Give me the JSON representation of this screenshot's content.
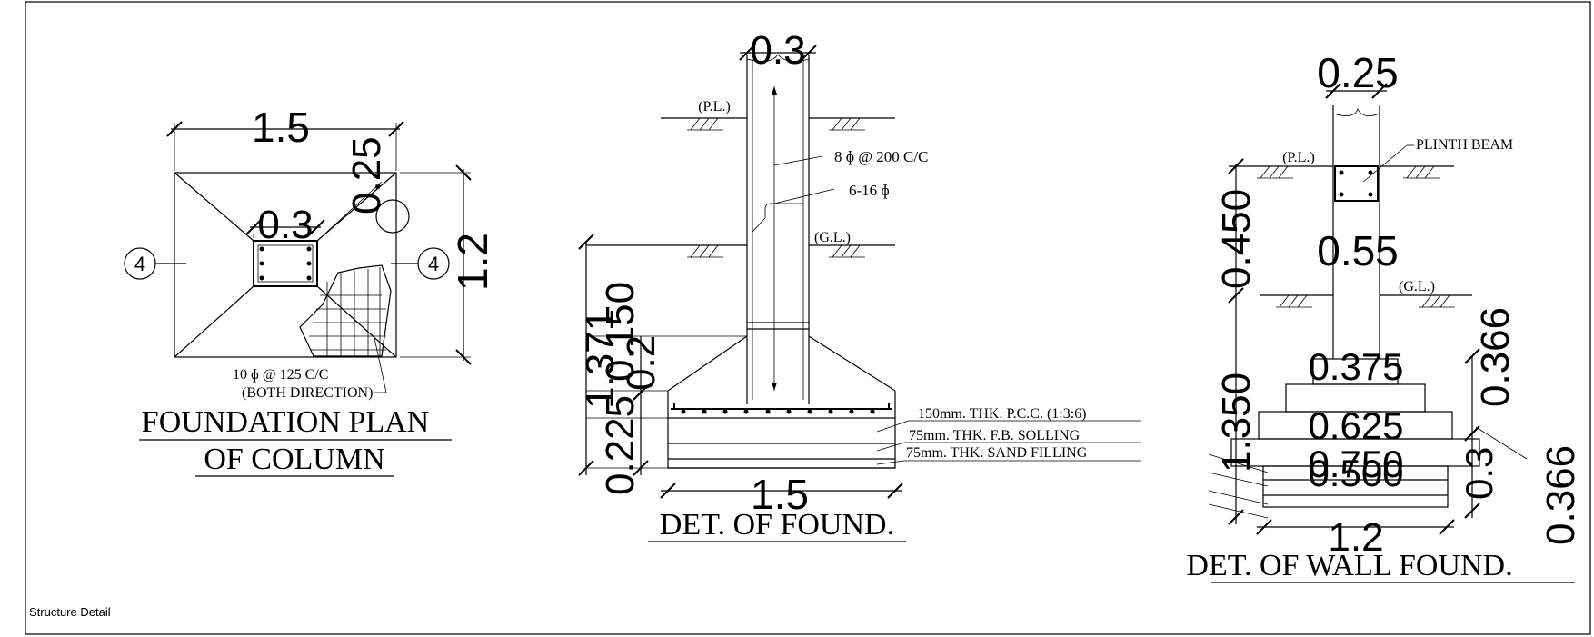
{
  "footer": {
    "label": "Structure Detail"
  },
  "plan": {
    "dim_width": "1.5",
    "dim_length": "1.2",
    "dim_column": "0.3",
    "dim_offset": "0.25",
    "section_mark": "4",
    "rebar_note": "10 ɸ  @ 125 C/C",
    "rebar_note2": "(BOTH DIRECTION)",
    "title_line1": "FOUNDATION PLAN",
    "title_line2": "OF COLUMN"
  },
  "found": {
    "dim_column": "0.3",
    "label_pl": "(P.L.)",
    "label_gl": "(G.L.)",
    "ring_note": "8  ɸ  @ 200 C/C",
    "bar_note": "6-16  ɸ",
    "dim_1371": "1.371",
    "dim_150": "0.150",
    "dim_02": "0.2",
    "dim_0225": "0.225",
    "dim_base": "1.5",
    "layer_pcc": "150mm. THK. P.C.C. (1:3:6)",
    "layer_fb": "75mm. THK. F.B. SOLLING",
    "layer_sand": "75mm. THK. SAND FILLING",
    "title": "DET. OF FOUND."
  },
  "wall": {
    "dim_top": "0.25",
    "label_pl": "(P.L.)",
    "label_gl": "(G.L.)",
    "plinth": "PLINTH BEAM",
    "dim_0450": "0.450",
    "dim_055": "0.55",
    "dim_1350": "1.350",
    "dim_0375": "0.375",
    "dim_0625": "0.625",
    "dim_0750": "0.750",
    "dim_0500": "0.500",
    "dim_0366a": "0.366",
    "dim_0366b": "0.366",
    "dim_03": "0.3",
    "dim_12": "1.2",
    "title": "DET. OF WALL FOUND."
  }
}
